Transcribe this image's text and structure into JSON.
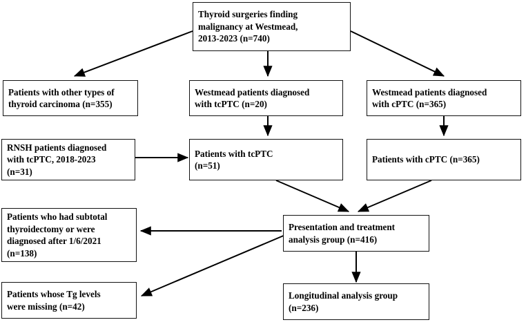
{
  "diagram": {
    "title": "Patient selection flowchart",
    "type": "flowchart",
    "background_color": "#ffffff",
    "box_border_color": "#111111",
    "text_color": "#000000",
    "nodes": [
      {
        "id": "total-surgeries",
        "name": "thyroid-surgeries-box",
        "lines": [
          "Thyroid surgeries finding",
          "malignancy at Westmead,",
          "2013-2023 (n=740)"
        ],
        "count": 740
      },
      {
        "id": "other-carcinoma",
        "name": "other-thyroid-carcinoma-box",
        "lines": [
          "Patients with other types of",
          "thyroid carcinoma (n=355)"
        ],
        "count": 355
      },
      {
        "id": "westmead-tcptc",
        "name": "westmead-tcptc-box",
        "lines": [
          "Westmead patients diagnosed",
          "with tcPTC (n=20)"
        ],
        "count": 20
      },
      {
        "id": "westmead-cptc",
        "name": "westmead-cptc-box",
        "lines": [
          "Westmead patients diagnosed",
          "with cPTC (n=365)"
        ],
        "count": 365
      },
      {
        "id": "rnsh-tcptc",
        "name": "rnsh-tcptc-box",
        "lines": [
          "RNSH patients diagnosed",
          "with tcPTC, 2018-2023",
          "(n=31)"
        ],
        "count": 31
      },
      {
        "id": "patients-tcptc",
        "name": "patients-tcptc-box",
        "lines": [
          "Patients with tcPTC",
          "(n=51)"
        ],
        "count": 51
      },
      {
        "id": "patients-cptc",
        "name": "patients-cptc-box",
        "lines": [
          "Patients with cPTC (n=365)"
        ],
        "count": 365
      },
      {
        "id": "excluded-subtotal",
        "name": "excluded-subtotal-thyroidectomy-box",
        "lines": [
          "Patients who had subtotal",
          "thyroidectomy or were",
          "diagnosed after 1/6/2021",
          "(n=138)"
        ],
        "count": 138
      },
      {
        "id": "presentation-group",
        "name": "presentation-treatment-analysis-box",
        "lines": [
          "Presentation and treatment",
          "analysis group (n=416)"
        ],
        "count": 416
      },
      {
        "id": "excluded-tg",
        "name": "excluded-missing-tg-box",
        "lines": [
          "Patients whose Tg levels",
          "were missing (n=42)"
        ],
        "count": 42
      },
      {
        "id": "longitudinal-group",
        "name": "longitudinal-analysis-box",
        "lines": [
          "Longitudinal analysis group",
          "(n=236)"
        ],
        "count": 236
      }
    ],
    "edges": [
      {
        "name": "edge-total-to-other-carcinoma",
        "from": "total-surgeries",
        "to": "other-carcinoma"
      },
      {
        "name": "edge-total-to-westmead-tcptc",
        "from": "total-surgeries",
        "to": "westmead-tcptc"
      },
      {
        "name": "edge-total-to-westmead-cptc",
        "from": "total-surgeries",
        "to": "westmead-cptc"
      },
      {
        "name": "edge-westmead-tcptc-to-patients-tcptc",
        "from": "westmead-tcptc",
        "to": "patients-tcptc"
      },
      {
        "name": "edge-rnsh-to-patients-tcptc",
        "from": "rnsh-tcptc",
        "to": "patients-tcptc"
      },
      {
        "name": "edge-westmead-cptc-to-patients-cptc",
        "from": "westmead-cptc",
        "to": "patients-cptc"
      },
      {
        "name": "edge-patients-tcptc-to-presentation",
        "from": "patients-tcptc",
        "to": "presentation-group"
      },
      {
        "name": "edge-patients-cptc-to-presentation",
        "from": "patients-cptc",
        "to": "presentation-group"
      },
      {
        "name": "edge-presentation-to-excluded-subtotal",
        "from": "presentation-group",
        "to": "excluded-subtotal"
      },
      {
        "name": "edge-presentation-to-excluded-tg",
        "from": "presentation-group",
        "to": "excluded-tg"
      },
      {
        "name": "edge-presentation-to-longitudinal",
        "from": "presentation-group",
        "to": "longitudinal-group"
      }
    ]
  }
}
